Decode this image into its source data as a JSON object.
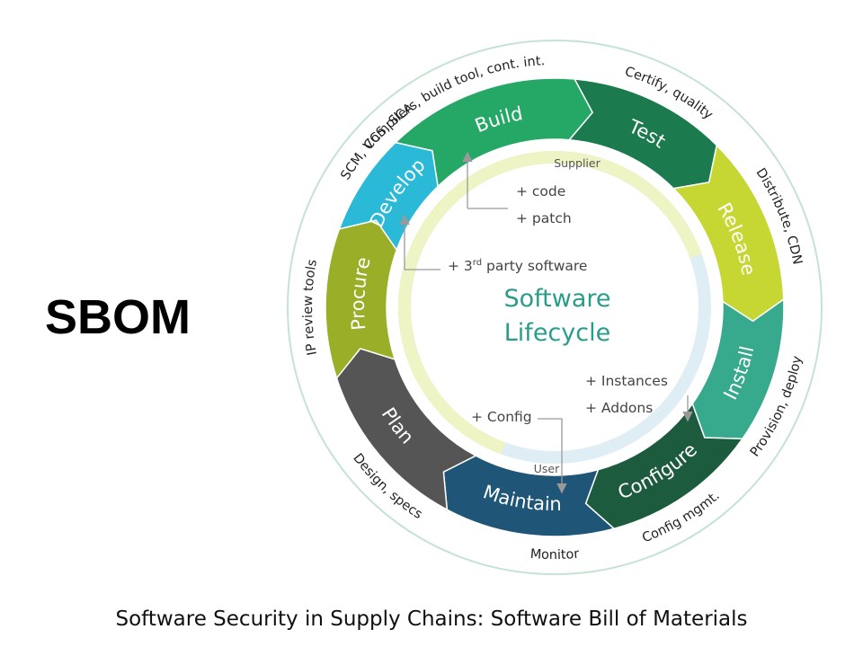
{
  "slide": {
    "title": "SBOM",
    "caption": "Software Security in Supply Chains: Software Bill of Materials"
  },
  "diagram": {
    "center": [
      "Software",
      "Lifecycle"
    ],
    "inner_ring": {
      "top": "Supplier",
      "bottom": "User"
    },
    "segments": [
      {
        "key": "build",
        "label": "Build",
        "color": "#25a865"
      },
      {
        "key": "test",
        "label": "Test",
        "color": "#1b7a4e"
      },
      {
        "key": "release",
        "label": "Release",
        "color": "#c6d733"
      },
      {
        "key": "install",
        "label": "Install",
        "color": "#37a98d"
      },
      {
        "key": "configure",
        "label": "Configure",
        "color": "#1d5b3e"
      },
      {
        "key": "maintain",
        "label": "Maintain",
        "color": "#1f5677"
      },
      {
        "key": "plan",
        "label": "Plan",
        "color": "#555555"
      },
      {
        "key": "procure",
        "label": "Procure",
        "color": "#9aae28"
      },
      {
        "key": "develop",
        "label": "Develop",
        "color": "#2ab9d6"
      }
    ],
    "outer_labels": [
      {
        "key": "build",
        "text": "Compilers, build tool, cont. int."
      },
      {
        "key": "test",
        "text": "Certify, quality"
      },
      {
        "key": "release",
        "text": "Distribute, CDN"
      },
      {
        "key": "install",
        "text": "Provision, deploy"
      },
      {
        "key": "configure",
        "text": "Config mgmt."
      },
      {
        "key": "maintain",
        "text": "Monitor"
      },
      {
        "key": "plan",
        "text": "Design, specs"
      },
      {
        "key": "procure",
        "text": "IP review tools"
      },
      {
        "key": "develop",
        "text": "SCM, VCS, SCA"
      }
    ],
    "items": {
      "code": "+ code",
      "patch": "+ patch",
      "third_party_prefix": "+ 3",
      "third_party_sup": "rd",
      "third_party_rest": " party software",
      "instances": "+ Instances",
      "addons": "+ Addons",
      "config": "+ Config"
    }
  }
}
